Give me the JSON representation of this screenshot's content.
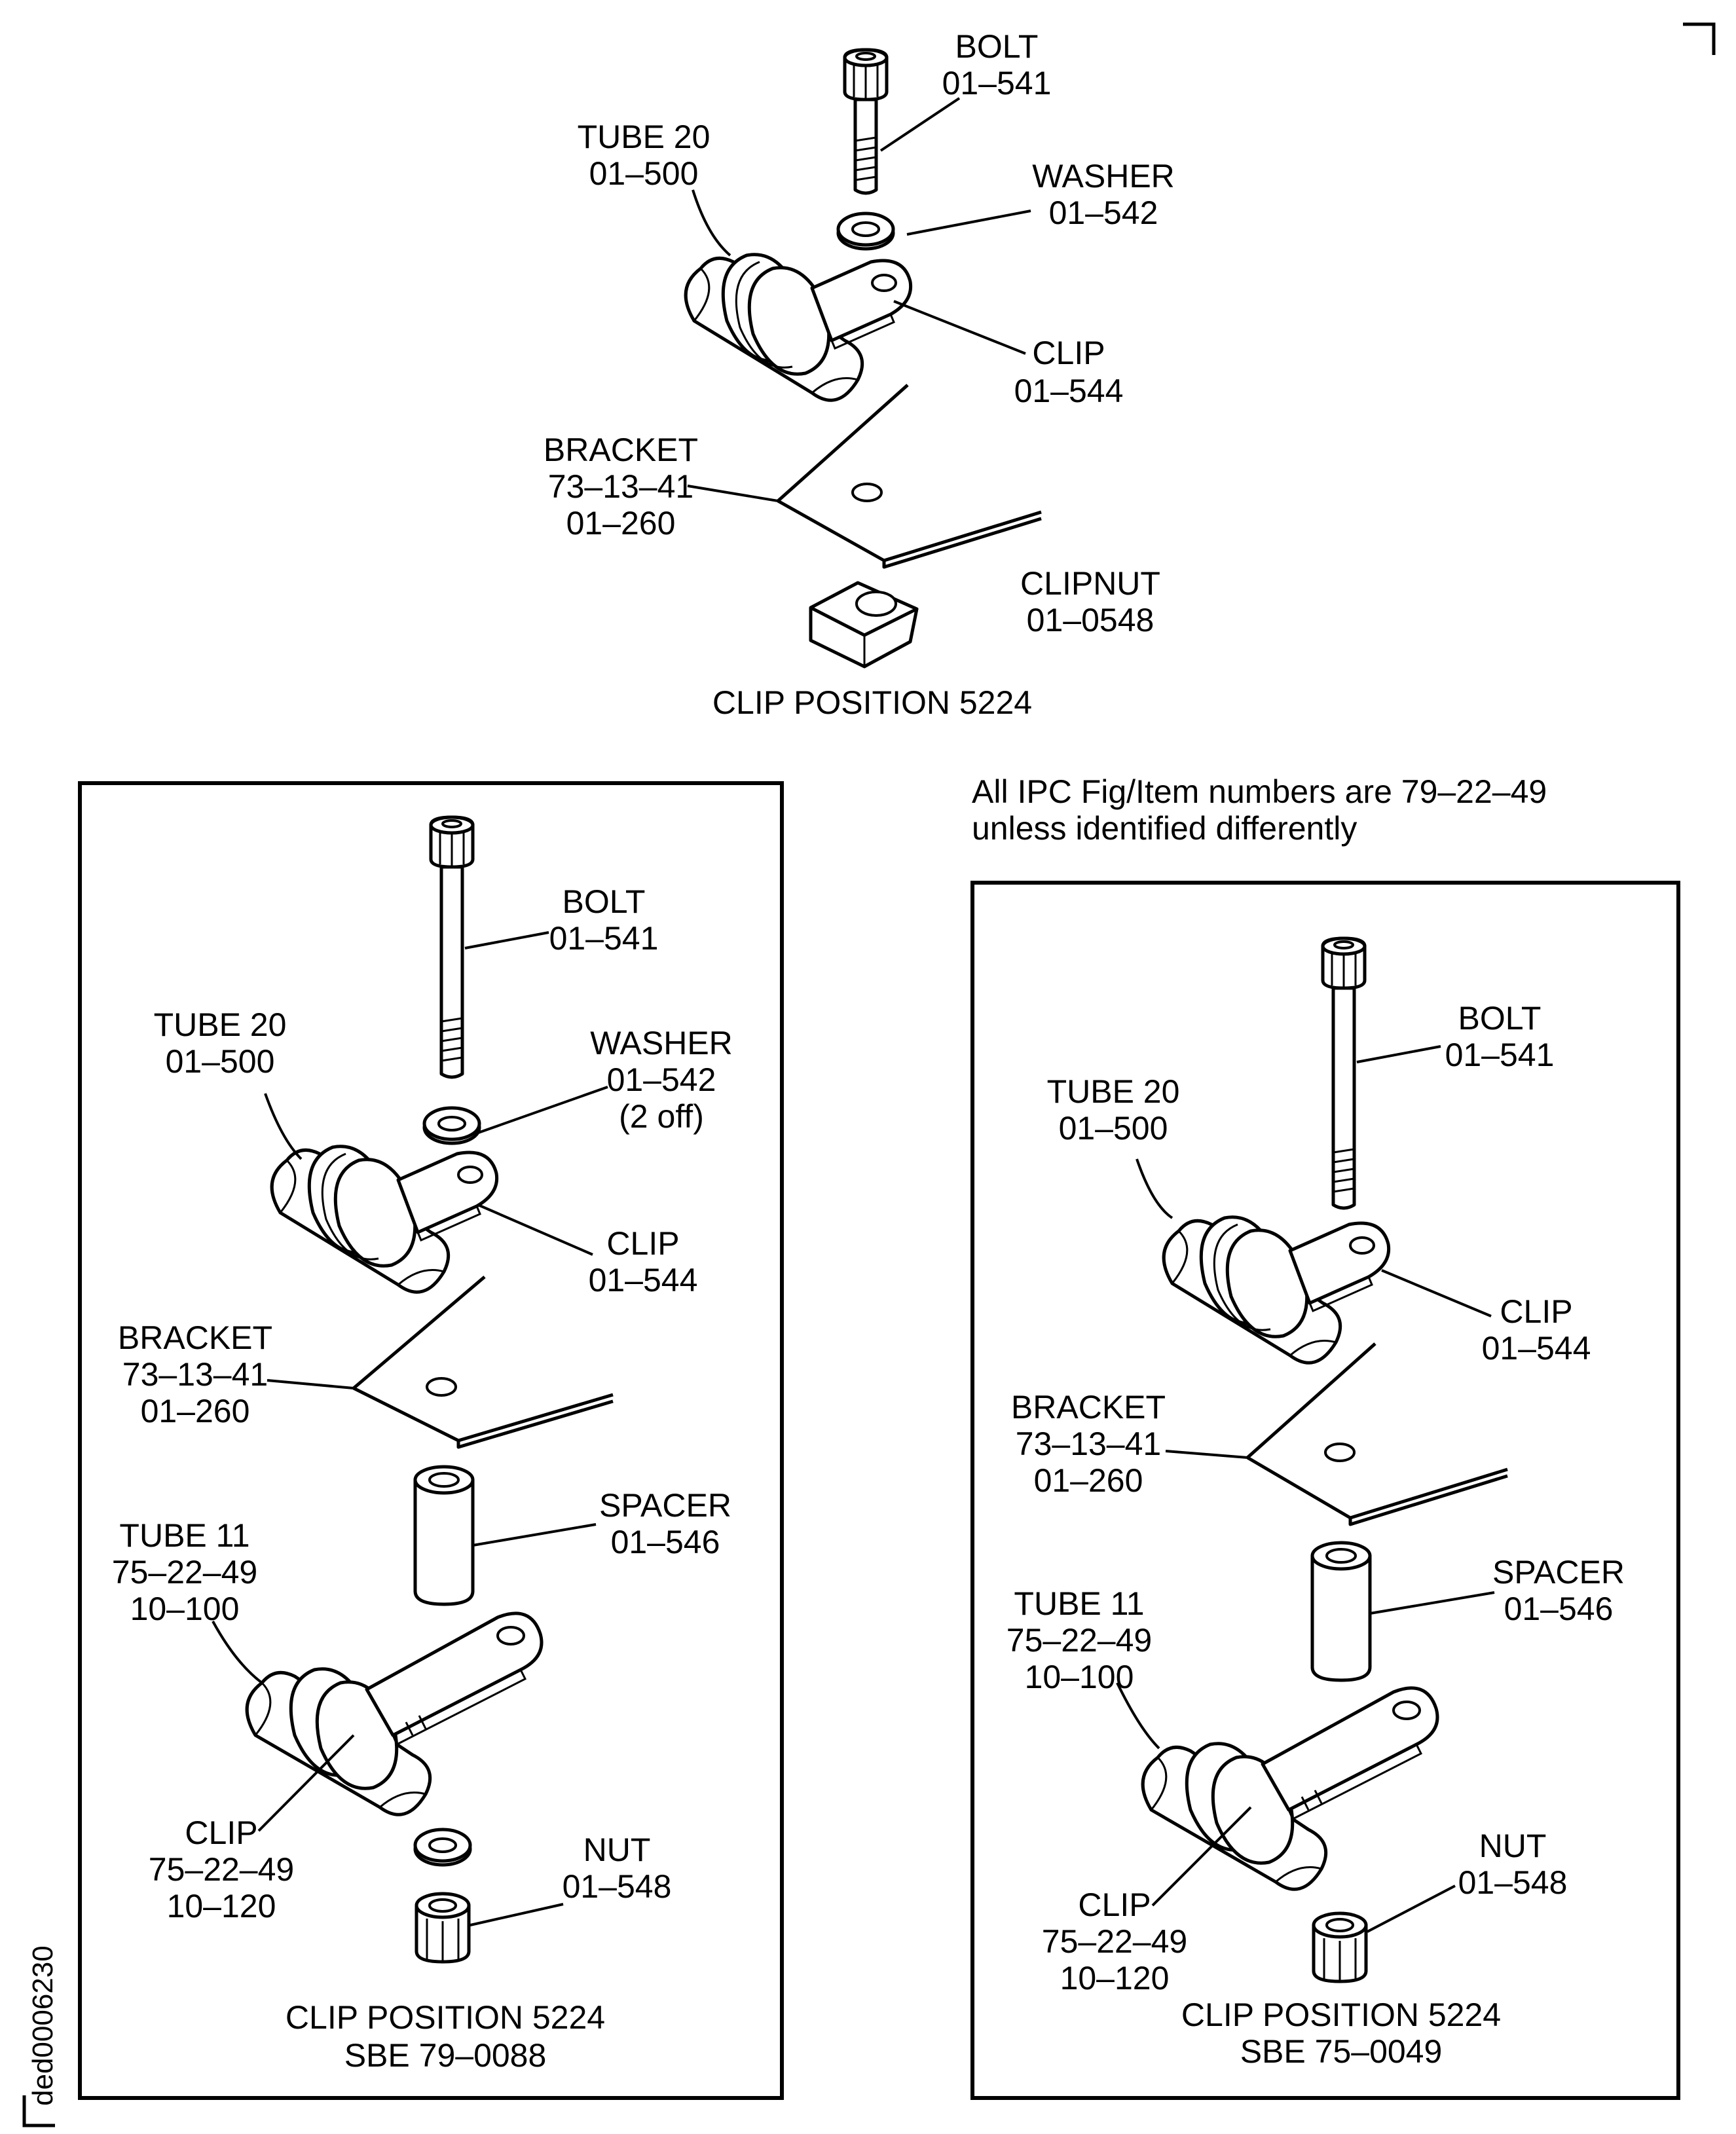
{
  "top": {
    "labels": {
      "bolt": [
        "BOLT",
        "01–541"
      ],
      "washer": [
        "WASHER",
        "01–542"
      ],
      "tube": [
        "TUBE 20",
        "01–500"
      ],
      "clip": [
        "CLIP",
        "01–544"
      ],
      "bracket": [
        "BRACKET",
        "73–13–41",
        "01–260"
      ],
      "clipnut": [
        "CLIPNUT",
        "01–0548"
      ]
    },
    "caption": "CLIP POSITION 5224"
  },
  "left": {
    "labels": {
      "bolt": [
        "BOLT",
        "01–541"
      ],
      "washer": [
        "WASHER",
        "01–542",
        "(2 off)"
      ],
      "tube20": [
        "TUBE 20",
        "01–500"
      ],
      "clip": [
        "CLIP",
        "01–544"
      ],
      "bracket": [
        "BRACKET",
        "73–13–41",
        "01–260"
      ],
      "spacer": [
        "SPACER",
        "01–546"
      ],
      "tube11": [
        "TUBE 11",
        "75–22–49",
        "10–100"
      ],
      "clip2": [
        "CLIP",
        "75–22–49",
        "10–120"
      ],
      "nut": [
        "NUT",
        "01–548"
      ]
    },
    "caption": [
      "CLIP POSITION 5224",
      "SBE 79–0088"
    ]
  },
  "right": {
    "labels": {
      "bolt": [
        "BOLT",
        "01–541"
      ],
      "tube20": [
        "TUBE 20",
        "01–500"
      ],
      "clip": [
        "CLIP",
        "01–544"
      ],
      "bracket": [
        "BRACKET",
        "73–13–41",
        "01–260"
      ],
      "spacer": [
        "SPACER",
        "01–546"
      ],
      "tube11": [
        "TUBE 11",
        "75–22–49",
        "10–100"
      ],
      "clip2": [
        "CLIP",
        "75–22–49",
        "10–120"
      ],
      "nut": [
        "NUT",
        "01–548"
      ]
    },
    "caption": [
      "CLIP POSITION 5224",
      "SBE 75–0049"
    ]
  },
  "note": [
    "All IPC Fig/Item numbers are 79–22–49",
    "unless identified differently"
  ],
  "figure_id": "ded0006230"
}
